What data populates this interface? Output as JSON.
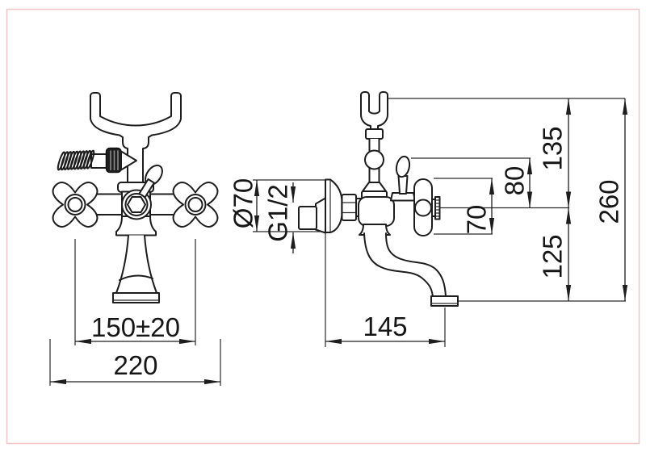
{
  "drawing": {
    "type": "technical-dimension-drawing",
    "subject": "wall-mounted bath mixer faucet, front and side views",
    "colors": {
      "background": "#ffffff",
      "line": "#1d1d1d",
      "frame": "#f2c6c6",
      "nut_fill": "#1f1f1f"
    },
    "dimensions": {
      "handle_centers": "150±20",
      "overall_width": "220",
      "spout_reach": "145",
      "flange_diameter": "Ø70",
      "thread_size": "G1/2",
      "handle_span": "70",
      "lever_offset": "80",
      "upper_height": "135",
      "lower_height": "125",
      "overall_height": "260"
    }
  }
}
